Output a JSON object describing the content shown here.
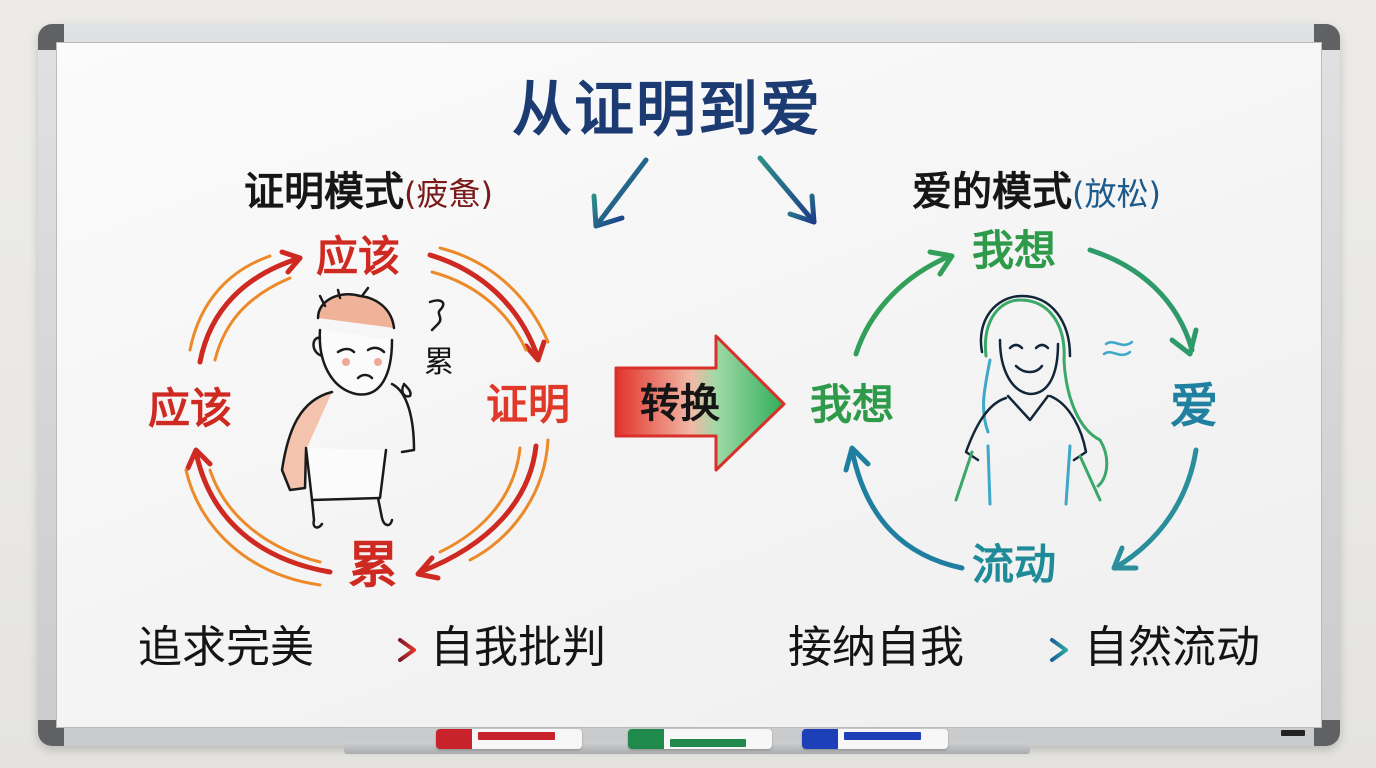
{
  "board": {
    "title": "从证明到爱",
    "left_mode": {
      "label": "证明模式",
      "paren": "(疲惫)"
    },
    "right_mode": {
      "label": "爱的模式",
      "paren": "(放松)"
    },
    "left_cycle": {
      "nodes": {
        "top": "应该",
        "right": "证明",
        "bottom": "累",
        "left": "应该"
      },
      "figure_caption": "累",
      "figure": "tired-person"
    },
    "transition": {
      "label": "转换"
    },
    "right_cycle": {
      "nodes": {
        "top": "我想",
        "right": "爱",
        "bottom": "流动",
        "left": "我想"
      },
      "figure": "relaxed-woman"
    },
    "bottom_left": {
      "from": "追求完美",
      "to": "自我批判"
    },
    "bottom_right": {
      "from": "接纳自我",
      "to": "自然流动"
    },
    "markers": [
      {
        "color": "red",
        "hex": "#c8222a"
      },
      {
        "color": "green",
        "hex": "#1f8a4c"
      },
      {
        "color": "blue",
        "hex": "#1d3fb8"
      }
    ],
    "colors": {
      "title": "#1d3b73",
      "left_accent": "#cf2a22",
      "left_secondary": "#ec8a2a",
      "right_accent": "#2e9a4a",
      "right_secondary": "#1f80a0"
    }
  }
}
